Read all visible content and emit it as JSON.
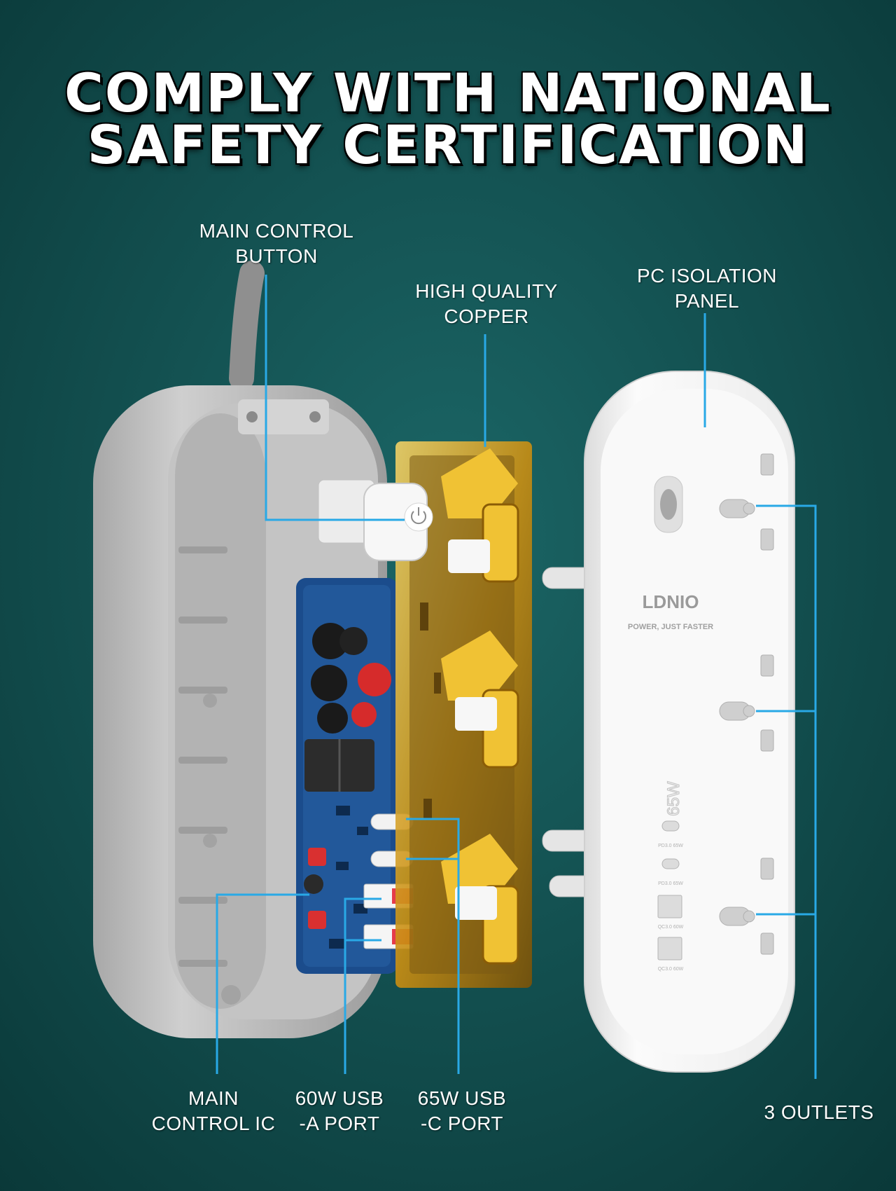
{
  "title": {
    "line1": "COMPLY WITH NATIONAL",
    "line2": "SAFETY CERTIFICATION"
  },
  "callouts": {
    "main_control_button": {
      "line1": "MAIN CONTROL",
      "line2": "BUTTON"
    },
    "high_quality_copper": {
      "line1": "HIGH QUALITY",
      "line2": "COPPER"
    },
    "pc_isolation_panel": {
      "line1": "PC ISOLATION",
      "line2": "PANEL"
    },
    "main_control_ic": {
      "line1": "MAIN",
      "line2": "CONTROL IC"
    },
    "usb_a_port": {
      "line1": "60W USB",
      "line2": "-A PORT"
    },
    "usb_c_port": {
      "line1": "65W USB",
      "line2": "-C PORT"
    },
    "outlets": {
      "line1": "3 OUTLETS"
    }
  },
  "product": {
    "brand": "LDNIO",
    "tagline": "POWER, JUST FASTER",
    "badge": "65W",
    "port_labels": [
      "PD3.0 65W",
      "PD3.0 65W",
      "QC3.0 60W",
      "QC3.0 60W"
    ]
  },
  "colors": {
    "background": "#0f4a4a",
    "callout_line": "#29a9e6",
    "copper": "#d9a418",
    "housing": "#b9b9b9",
    "panel": "#f4f4f4",
    "pcb": "#1b4c8c"
  }
}
